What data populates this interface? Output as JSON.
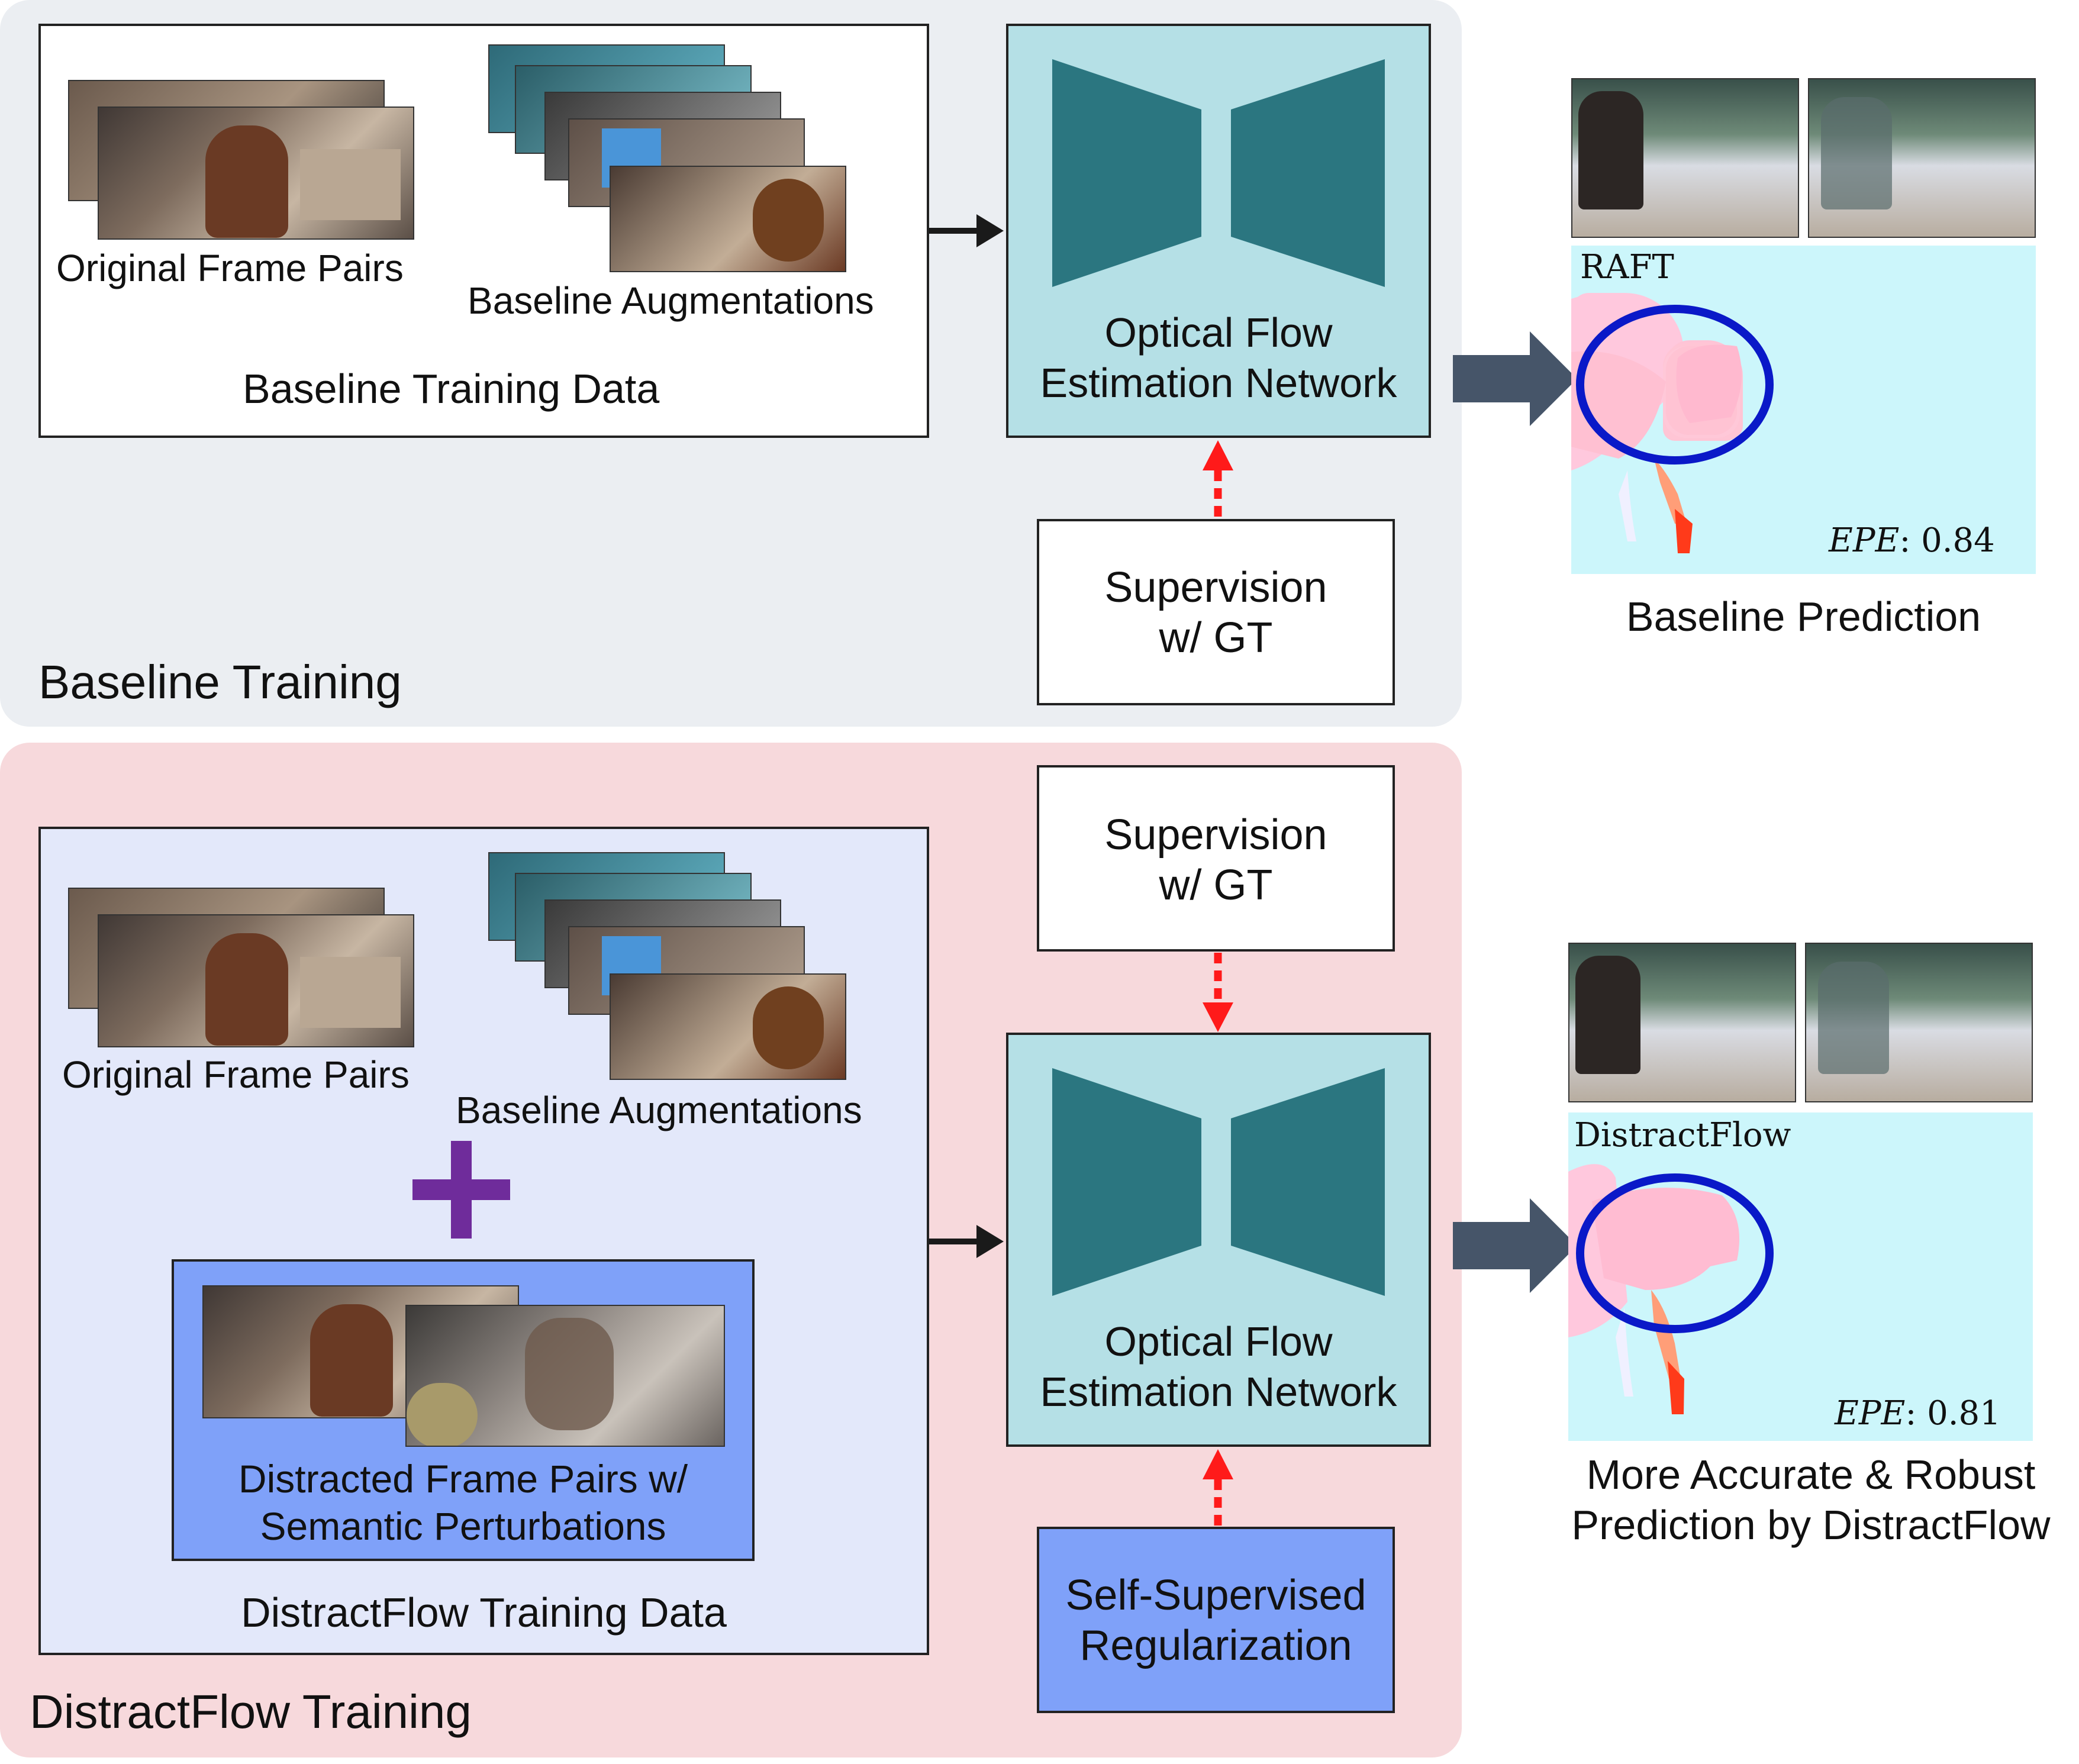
{
  "baseline": {
    "section_title": "Baseline Training",
    "data_box_title": "Baseline Training Data",
    "original_label": "Original Frame Pairs",
    "augment_label": "Baseline Augmentations",
    "network_label": [
      "Optical Flow",
      "Estimation Network"
    ],
    "supervision_label": [
      "Supervision",
      "w/ GT"
    ],
    "method_tag": "RAFT",
    "epe_label": "EPE",
    "epe_value": ": 0.84",
    "prediction_caption": "Baseline Prediction"
  },
  "distract": {
    "section_title": "DistractFlow Training",
    "data_box_title": "DistractFlow Training Data",
    "original_label": "Original Frame Pairs",
    "augment_label": "Baseline Augmentations",
    "distracted_label": [
      "Distracted Frame Pairs w/",
      "Semantic Perturbations"
    ],
    "network_label": [
      "Optical Flow",
      "Estimation Network"
    ],
    "supervision_label": [
      "Supervision",
      "w/ GT"
    ],
    "regularization_label": [
      "Self-Supervised",
      "Regularization"
    ],
    "method_tag": "DistractFlow",
    "epe_label": "EPE",
    "epe_value": ": 0.81",
    "prediction_caption": [
      "More Accurate & Robust",
      "Prediction by DistractFlow"
    ]
  },
  "colors": {
    "baseline_panel": "#ebeef2",
    "distract_panel": "#f7d9dc",
    "distract_data_box": "#e3e8fa",
    "distracted_box": "#7fa1f9",
    "network_fill": "#b5e0e6",
    "network_shape": "#2b7680",
    "flow_bg": "#ccf6fb",
    "circle": "#0a19c8",
    "big_arrow": "#465569",
    "dashed_arrow": "#ff1a1a",
    "plus": "#6f2c9b"
  }
}
